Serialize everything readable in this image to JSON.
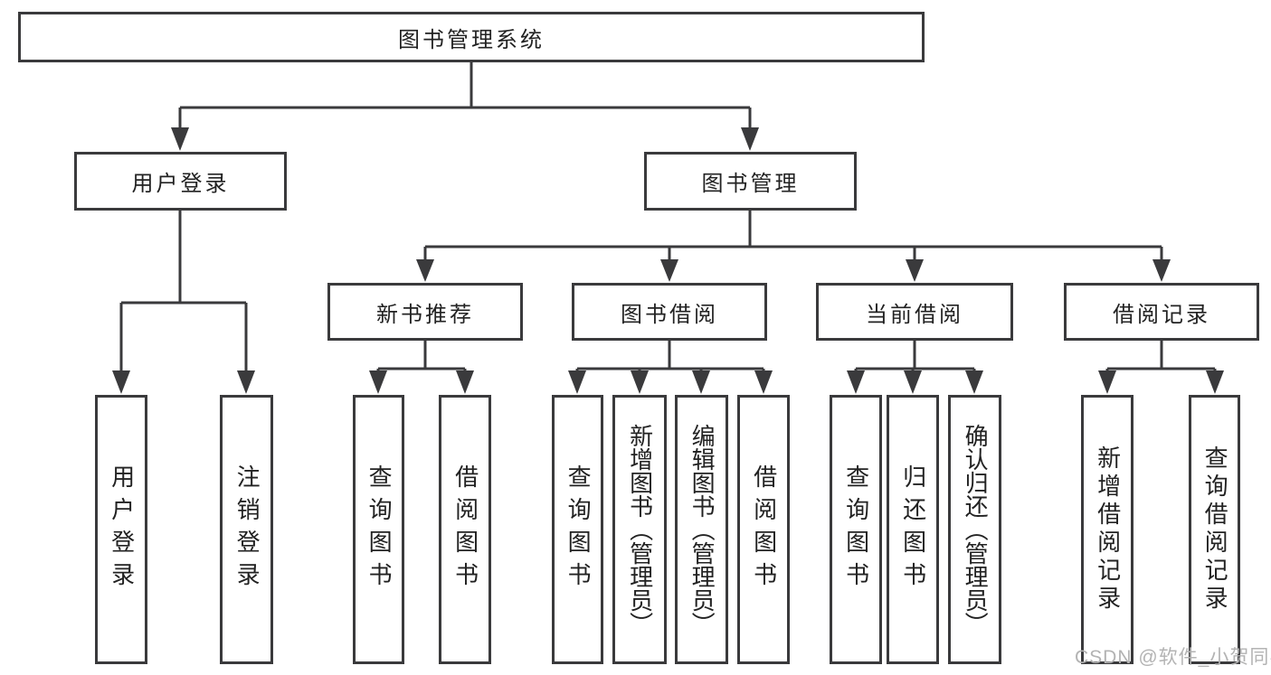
{
  "diagram": {
    "title": "图书管理系统",
    "root": {
      "label": "图书管理系统",
      "children": [
        {
          "label": "用户登录",
          "children": [
            {
              "label": "用户登录"
            },
            {
              "label": "注销登录"
            }
          ]
        },
        {
          "label": "图书管理",
          "children": [
            {
              "label": "新书推荐",
              "children": [
                {
                  "label": "查询图书"
                },
                {
                  "label": "借阅图书"
                }
              ]
            },
            {
              "label": "图书借阅",
              "children": [
                {
                  "label": "查询图书"
                },
                {
                  "label": "新增图书（管理员）"
                },
                {
                  "label": "编辑图书（管理员）"
                },
                {
                  "label": "借阅图书"
                }
              ]
            },
            {
              "label": "当前借阅",
              "children": [
                {
                  "label": "查询图书"
                },
                {
                  "label": "归还图书"
                },
                {
                  "label": "确认归还（管理员）"
                }
              ]
            },
            {
              "label": "借阅记录",
              "children": [
                {
                  "label": "新增借阅记录"
                },
                {
                  "label": "查询借阅记录"
                }
              ]
            }
          ]
        }
      ]
    },
    "watermark": "CSDN @软件_小贺同学",
    "colors": {
      "line": "#3a3a3c",
      "box_border": "#3a3a3c",
      "text": "#222222",
      "background": "#ffffff",
      "watermark": "#b3b3b3"
    }
  }
}
